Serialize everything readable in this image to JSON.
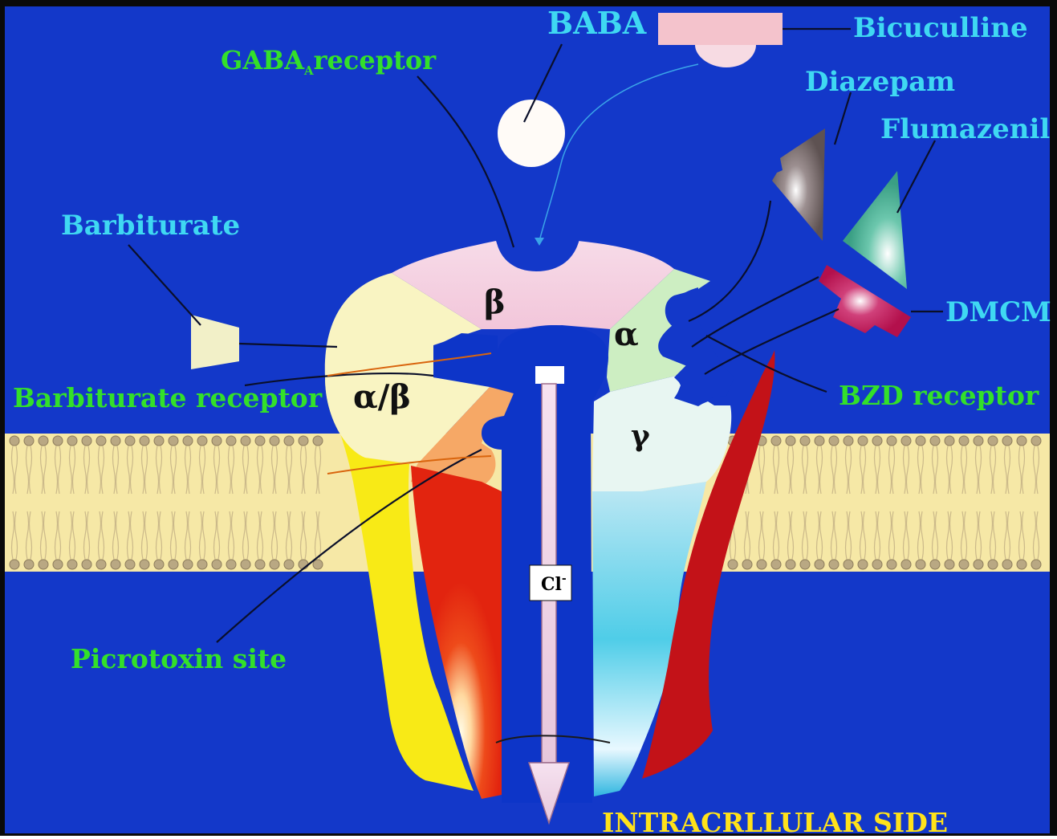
{
  "labels": {
    "baba": "BABA",
    "bicuculline": "Bicuculline",
    "gaba_main": "GABA",
    "gaba_sub": "A",
    "gaba_rest": "receptor",
    "diazepam": "Diazepam",
    "flumazenil": "Flumazenil",
    "barbiturate": "Barbiturate",
    "dmcm": "DMCM",
    "barbiturate_receptor": "Barbiturate receptor",
    "bzd_receptor": "BZD receptor",
    "picrotoxin_site": "Picrotoxin site",
    "intracellular_side": "INTRACRLLULAR SIDE",
    "ion": "Cl",
    "ion_charge": "-"
  },
  "subunits": {
    "beta": "β",
    "alpha": "α",
    "alpha_beta": "α/β",
    "gamma": "γ"
  },
  "colors": {
    "background": "#1338c9",
    "background_lower": "#1230c0",
    "frame": "#0a0a0a",
    "cyan_label": "#3fd8f2",
    "green_label": "#33e02a",
    "yellow_label": "#ffe21a",
    "membrane": "#f6e8a6",
    "lipid_head": "#b9a883",
    "beta_subunit": "#f6cfe0",
    "alpha_subunit": "#cdeec2",
    "alpha_beta_subunit": "#f9f4c2",
    "gamma_subunit": "#e8f6f2",
    "yellow_helix": "#f8ea16",
    "red_helix": "#e2240f",
    "orange_region": "#f6a866",
    "cyan_helix": "#74d4ea",
    "dark_red_helix": "#c31218",
    "channel": "#0d35c8",
    "arrow": "#f1d7ea",
    "bicuculline_shape": "#f4c3cc",
    "diazepam_shape": "#8a7f80",
    "flumazenil_shape": "#55b89a",
    "dmcm_shape": "#c11456",
    "barbiturate_shape": "#f2f0c8"
  }
}
